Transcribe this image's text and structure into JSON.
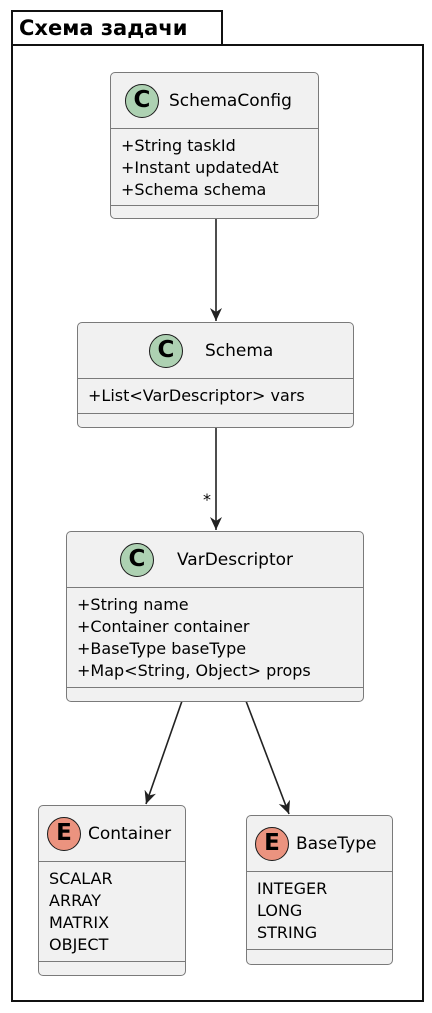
{
  "package": {
    "title": "Схема задачи"
  },
  "classes": {
    "schema_config": {
      "name": "SchemaConfig",
      "stereotype": "C",
      "fields": [
        "+String taskId",
        "+Instant updatedAt",
        "+Schema schema"
      ]
    },
    "schema": {
      "name": "Schema",
      "stereotype": "C",
      "fields": [
        "+List<VarDescriptor> vars"
      ]
    },
    "var_descriptor": {
      "name": "VarDescriptor",
      "stereotype": "C",
      "fields": [
        "+String name",
        "+Container container",
        "+BaseType baseType",
        "+Map<String, Object> props"
      ]
    },
    "container": {
      "name": "Container",
      "stereotype": "E",
      "fields": [
        "SCALAR",
        "ARRAY",
        "MATRIX",
        "OBJECT"
      ]
    },
    "base_type": {
      "name": "BaseType",
      "stereotype": "E",
      "fields": [
        "INTEGER",
        "LONG",
        "STRING"
      ]
    }
  },
  "relations": {
    "schema_to_var_multiplicity": "*"
  },
  "colors": {
    "class_fill": "#f1f1f1",
    "class_badge": "#add1b2",
    "enum_badge": "#eb937f",
    "border": "#7a7a7a"
  }
}
